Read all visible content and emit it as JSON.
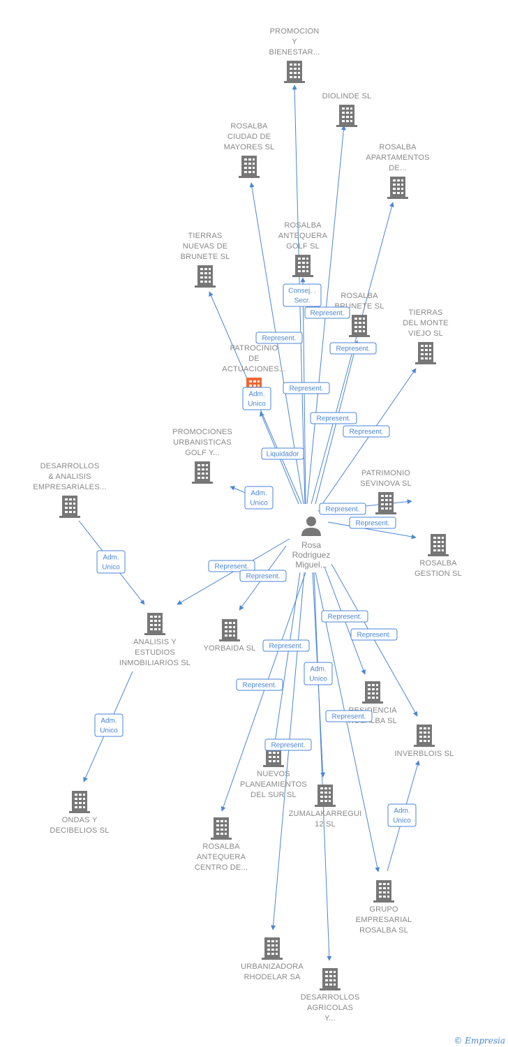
{
  "center": {
    "lines": [
      "Rosa",
      "Rodriguez",
      "Miguel..."
    ]
  },
  "nodes": [
    {
      "id": "promocion",
      "lines": [
        "PROMOCION",
        "Y",
        "BIENESTAR..."
      ]
    },
    {
      "id": "diolinde",
      "lines": [
        "DIOLINDE SL"
      ]
    },
    {
      "id": "ciudad",
      "lines": [
        "ROSALBA",
        "CIUDAD DE",
        "MAYORES SL"
      ]
    },
    {
      "id": "apartamentos",
      "lines": [
        "ROSALBA",
        "APARTAMENTOS",
        "DE..."
      ]
    },
    {
      "id": "brunete_tierras",
      "lines": [
        "TIERRAS",
        "NUEVAS DE",
        "BRUNETE SL"
      ]
    },
    {
      "id": "golf",
      "lines": [
        "ROSALBA",
        "ANTEQUERA",
        "GOLF SL"
      ]
    },
    {
      "id": "rbrunete",
      "lines": [
        "ROSALBA",
        "BRUNETE SL"
      ]
    },
    {
      "id": "montevi",
      "lines": [
        "TIERRAS",
        "DEL MONTE",
        "VIEJO SL"
      ]
    },
    {
      "id": "patrocinio",
      "lines": [
        "PATROCINIO",
        "DE",
        "ACTUACIONES..."
      ],
      "highlight": true
    },
    {
      "id": "promurb",
      "lines": [
        "PROMOCIONES",
        "URBANISTICAS",
        "GOLF Y..."
      ]
    },
    {
      "id": "desarrollos",
      "lines": [
        "DESARROLLOS",
        "& ANALISIS",
        "EMPRESARIALES..."
      ]
    },
    {
      "id": "sevinova",
      "lines": [
        "PATRIMONIO",
        "SEVINOVA SL"
      ]
    },
    {
      "id": "gestion",
      "lines": [
        "ROSALBA",
        "GESTION SL"
      ]
    },
    {
      "id": "analisis",
      "lines": [
        "ANALISIS Y",
        "ESTUDIOS",
        "INMOBILIARIOS SL"
      ]
    },
    {
      "id": "yorbaida",
      "lines": [
        "YORBAIDA SL"
      ]
    },
    {
      "id": "residencia",
      "lines": [
        "RESIDENCIA",
        "ROSALBA SL"
      ]
    },
    {
      "id": "inverblois",
      "lines": [
        "INVERBLOIS SL"
      ]
    },
    {
      "id": "ondas",
      "lines": [
        "ONDAS Y",
        "DECIBELIOS SL"
      ]
    },
    {
      "id": "nuevos",
      "lines": [
        "NUEVOS",
        "PLANEAMIENTOS",
        "DEL SUR SL"
      ]
    },
    {
      "id": "zumal",
      "lines": [
        "ZUMALAKARREGUI",
        "12 SL"
      ]
    },
    {
      "id": "centro",
      "lines": [
        "ROSALBA",
        "ANTEQUERA",
        "CENTRO DE..."
      ]
    },
    {
      "id": "grupo",
      "lines": [
        "GRUPO",
        "EMPRESARIAL",
        "ROSALBA SL"
      ]
    },
    {
      "id": "rhodelar",
      "lines": [
        "URBANIZADORA",
        "RHODELAR SA"
      ]
    },
    {
      "id": "agricolas",
      "lines": [
        "DESARROLLOS",
        "AGRICOLAS",
        "Y..."
      ]
    }
  ],
  "relations": [
    {
      "id": "r1",
      "lines": [
        "Consej. .",
        "Secr."
      ]
    },
    {
      "id": "r2",
      "lines": [
        "Represent."
      ]
    },
    {
      "id": "r3",
      "lines": [
        "Represent."
      ]
    },
    {
      "id": "r4",
      "lines": [
        "Represent."
      ]
    },
    {
      "id": "r5",
      "lines": [
        "Represent."
      ]
    },
    {
      "id": "r6",
      "lines": [
        "Adm.",
        "Unico"
      ]
    },
    {
      "id": "r7",
      "lines": [
        "Represent."
      ]
    },
    {
      "id": "r8",
      "lines": [
        "Represent."
      ]
    },
    {
      "id": "r9",
      "lines": [
        "Liquidador"
      ]
    },
    {
      "id": "r10",
      "lines": [
        "Adm.",
        "Unico"
      ]
    },
    {
      "id": "r11",
      "lines": [
        "Represent."
      ]
    },
    {
      "id": "r12",
      "lines": [
        "Represent."
      ]
    },
    {
      "id": "r13",
      "lines": [
        "Adm.",
        "Unico"
      ]
    },
    {
      "id": "r14",
      "lines": [
        "Represent."
      ]
    },
    {
      "id": "r15",
      "lines": [
        "Represent."
      ]
    },
    {
      "id": "r16",
      "lines": [
        "Represent."
      ]
    },
    {
      "id": "r17",
      "lines": [
        "Represent."
      ]
    },
    {
      "id": "r18",
      "lines": [
        "Represent."
      ]
    },
    {
      "id": "r19",
      "lines": [
        "Adm.",
        "Unico"
      ]
    },
    {
      "id": "r20",
      "lines": [
        "Represent."
      ]
    },
    {
      "id": "r21",
      "lines": [
        "Adm.",
        "Unico"
      ]
    },
    {
      "id": "r22",
      "lines": [
        "Represent."
      ]
    },
    {
      "id": "r23",
      "lines": [
        "Represent."
      ]
    },
    {
      "id": "r24",
      "lines": [
        "Adm.",
        "Unico"
      ]
    }
  ],
  "footer": {
    "copyright": "©",
    "brand": "Empresia"
  },
  "colors": {
    "edge": "#4a86d4",
    "building": "#777777",
    "highlight": "#ee6633",
    "label": "#888888"
  }
}
